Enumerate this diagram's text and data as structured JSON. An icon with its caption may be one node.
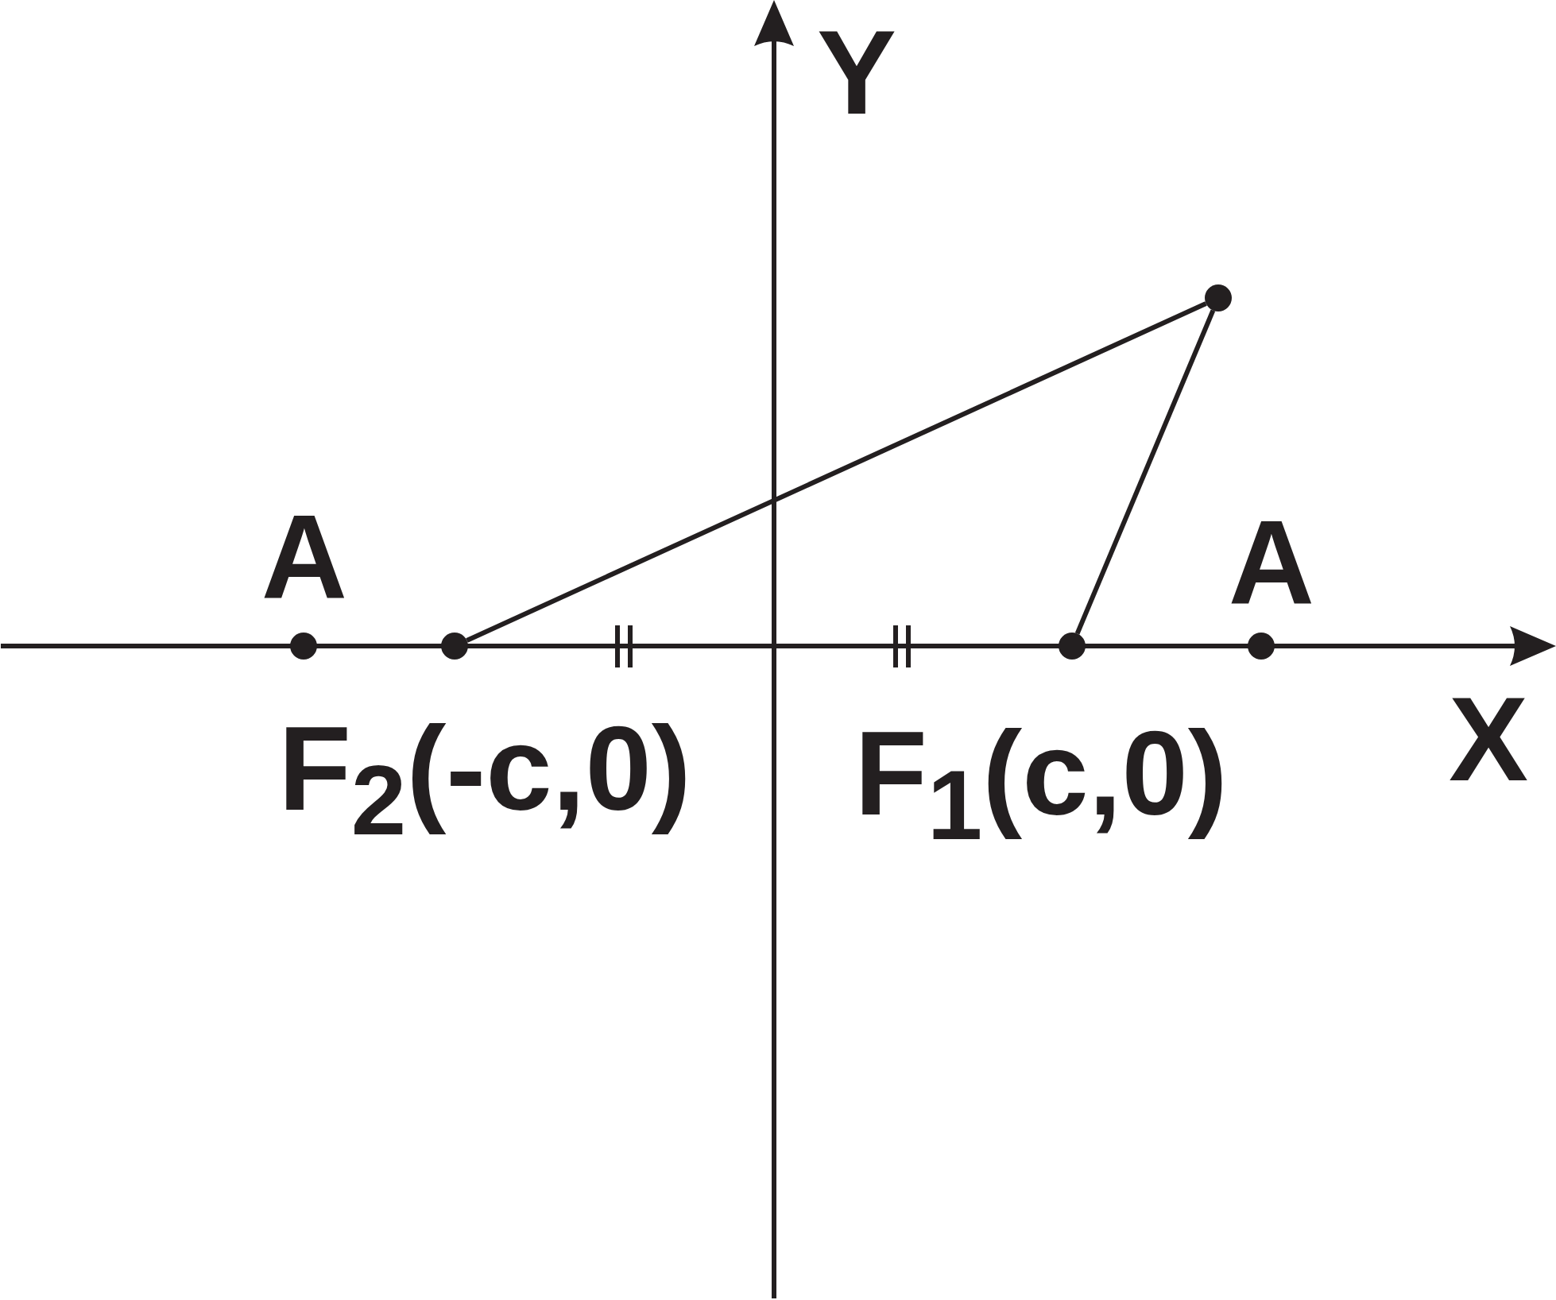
{
  "diagram": {
    "nodes": [
      {
        "text": [],
        "shape": "circle",
        "beside": [
          "A"
        ]
      },
      {
        "text": [],
        "shape": "circle",
        "beside": [
          "F$_{2}$(-c,0)"
        ]
      },
      {
        "text": [],
        "shape": "circle",
        "beside": [
          "F$_{1}$(c,0)"
        ]
      },
      {
        "text": [],
        "shape": "circle",
        "beside": [
          "A"
        ]
      },
      {
        "text": [],
        "shape": "circle"
      }
    ],
    "edges": [
      {
        "from": 1,
        "to": 4,
        "arrow": "none"
      },
      {
        "from": 2,
        "to": 4,
        "arrow": "none"
      }
    ],
    "labels": [
      "Y",
      "X"
    ]
  }
}
